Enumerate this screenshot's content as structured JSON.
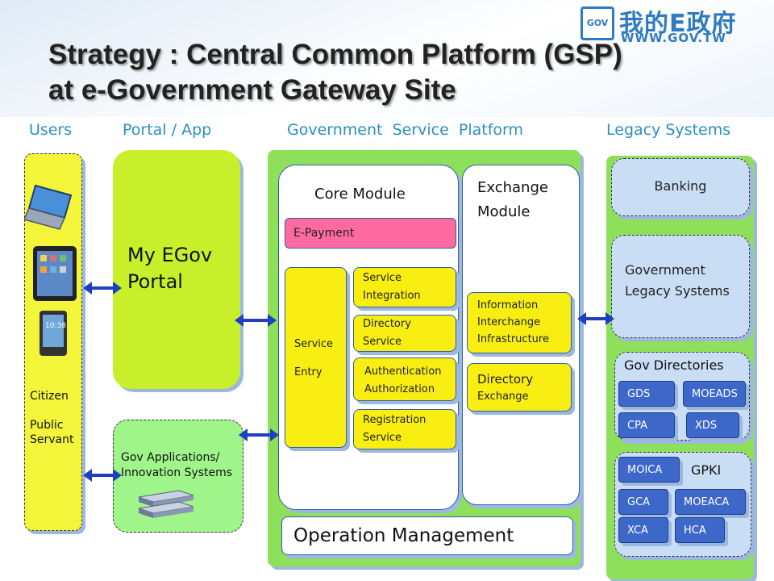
{
  "title": {
    "line1": "Strategy : Central Common Platform (GSP)",
    "line2": "at e-Government Gateway Site"
  },
  "logo": {
    "chinese": "我的E政府",
    "url": "WWW.GOV.TW",
    "badge": "GOV"
  },
  "columns": {
    "users": "Users",
    "portal": "Portal / App",
    "gsp": "Government  Service  Platform",
    "legacy": "Legacy Systems"
  },
  "users": {
    "citizen": "Citizen",
    "public": "Public",
    "servant": "Servant"
  },
  "portal": {
    "line1": "My EGov",
    "line2": "Portal"
  },
  "gov_apps": {
    "line1": "Gov Applications/",
    "line2": "Innovation Systems"
  },
  "core_module": {
    "title": "Core Module",
    "epayment": "E-Payment",
    "service_entry": {
      "line1": "Service",
      "line2": "Entry"
    },
    "service_integration": {
      "line1": "Service",
      "line2": "Integration"
    },
    "directory_service": {
      "line1": "Directory",
      "line2": "Service"
    },
    "auth": {
      "line1": "Authentication",
      "line2": "Authorization"
    },
    "registration": {
      "line1": "Registration",
      "line2": "Service"
    }
  },
  "exchange_module": {
    "title_line1": "Exchange",
    "title_line2": "Module",
    "iii": {
      "line1": "Information",
      "line2": "Interchange",
      "line3": "Infrastructure"
    },
    "directory_exchange": {
      "line1": "Directory",
      "line2": "Exchange"
    }
  },
  "operation_management": "Operation Management",
  "legacy": {
    "banking": "Banking",
    "gov_legacy": {
      "line1": "Government",
      "line2": "Legacy Systems"
    },
    "gov_directories": {
      "title": "Gov Directories",
      "items": [
        "GDS",
        "MOEADS",
        "CPA",
        "XDS"
      ]
    },
    "gpki": {
      "title": "GPKI",
      "items": [
        "MOICA",
        "GCA",
        "MOEACA",
        "XCA",
        "HCA"
      ]
    }
  },
  "colors": {
    "header_blue": "#2b8fc4",
    "panel_green": "#8ee05a",
    "portal_lime": "#c8f02a",
    "module_yellow": "#f8ee12",
    "epayment_pink": "#ff6aa0",
    "legacy_blue": "#c9def5",
    "cert_blue": "#3d67c9",
    "arrow_blue": "#1f3fc0"
  }
}
